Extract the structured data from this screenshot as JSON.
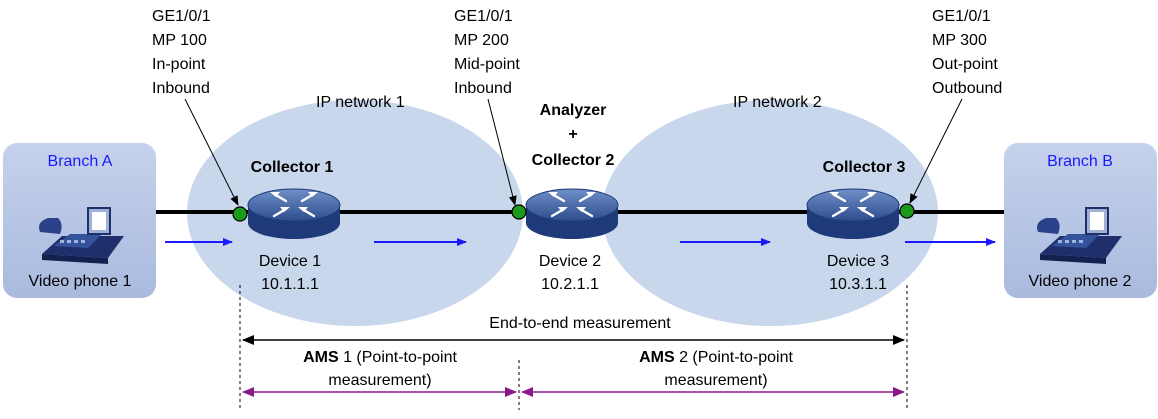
{
  "colors": {
    "ellipse": "#c9d7ec",
    "branch_box": "#bcc9e6",
    "link": "#000000",
    "flow_arrow": "#1a1aff",
    "measure_arrow": "#8b1a8b",
    "point_dot": "#1c9a1c",
    "branch_label": "#1a1aff"
  },
  "networks": [
    {
      "label": "IP network 1"
    },
    {
      "label": "IP network 2"
    }
  ],
  "branches": [
    {
      "title": "Branch A",
      "device_label": "Video phone 1",
      "icon": "video-phone-icon"
    },
    {
      "title": "Branch B",
      "device_label": "Video phone 2",
      "icon": "video-phone-icon"
    }
  ],
  "devices": [
    {
      "role_line1": "Collector 1",
      "name": "Device 1",
      "ip": "10.1.1.1",
      "icon": "router-icon",
      "annotation": [
        "GE1/0/1",
        "MP 100",
        "In-point",
        "Inbound"
      ]
    },
    {
      "role_line0": "Analyzer",
      "role_plus": "+",
      "role_line1": "Collector 2",
      "name": "Device 2",
      "ip": "10.2.1.1",
      "icon": "router-icon",
      "annotation": [
        "GE1/0/1",
        "MP 200",
        "Mid-point",
        "Inbound"
      ]
    },
    {
      "role_line1": "Collector 3",
      "name": "Device 3",
      "ip": "10.3.1.1",
      "icon": "router-icon",
      "annotation": [
        "GE1/0/1",
        "MP 300",
        "Out-point",
        "Outbound"
      ]
    }
  ],
  "measurements": {
    "end_to_end": "End-to-end measurement",
    "ams1": {
      "bold": "AMS",
      "rest": " 1 (Point-to-point",
      "line2": "measurement)"
    },
    "ams2": {
      "bold": "AMS",
      "rest": " 2 (Point-to-point",
      "line2": "measurement)"
    }
  }
}
